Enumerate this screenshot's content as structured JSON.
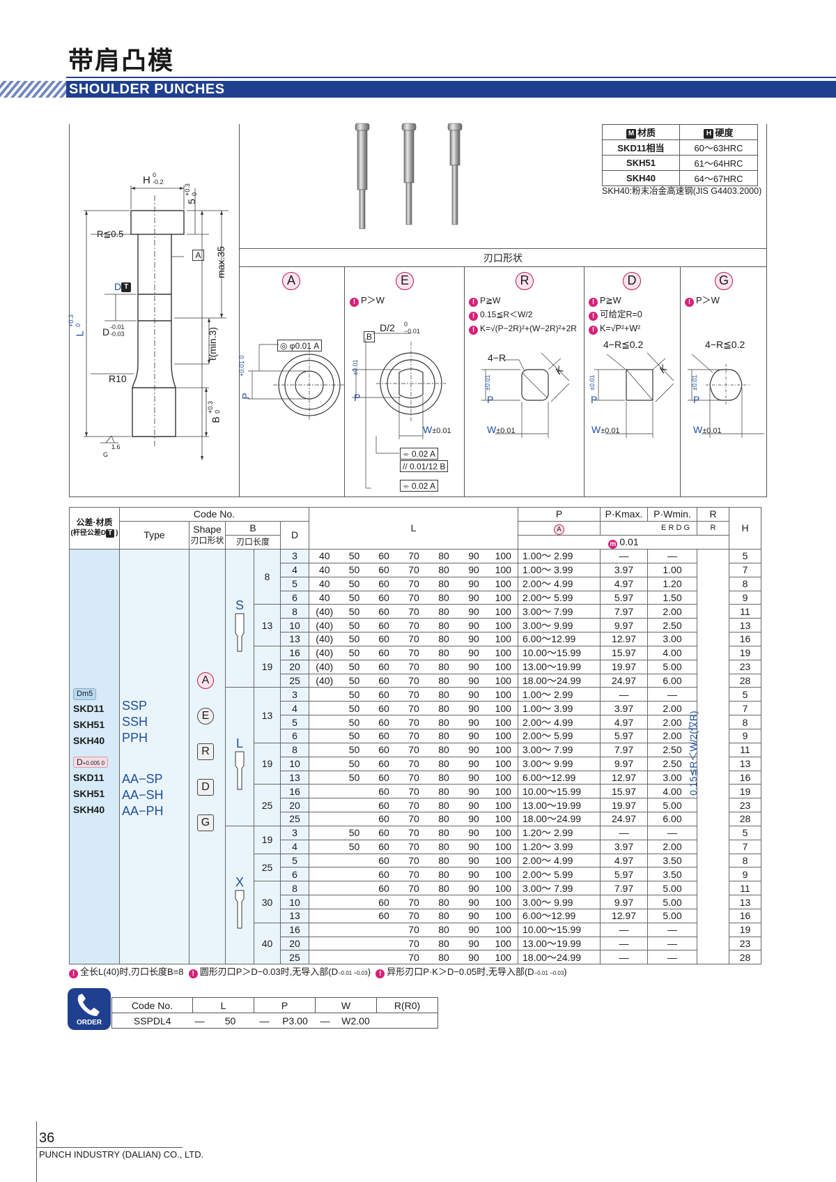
{
  "header": {
    "title_cn": "带肩凸模",
    "title_en": "SHOULDER PUNCHES"
  },
  "drawing": {
    "h_label": "H",
    "h_tol_top": "0",
    "h_tol_bottom": "-0.2",
    "five_label": "5",
    "five_tol_top": "+0.3",
    "five_tol_bottom": "0",
    "r05": "R≦0.5",
    "max35": "max.35",
    "a_ref": "A",
    "dt_label": "D",
    "d_label": "D",
    "d_tol_top": "-0.01",
    "d_tol_bottom": "-0.03",
    "l_label": "L",
    "l_tol_top": "+0.3",
    "l_tol_bottom": "0",
    "lmin": "ℓ(min.3)",
    "r10": "R10",
    "b_label": "B",
    "b_tol_top": "+0.3",
    "b_tol_bottom": "0",
    "rough": "1.6",
    "g_mark": "G"
  },
  "material_table": {
    "header_material_icon": "M",
    "header_material": "材质",
    "header_hardness_icon": "H",
    "header_hardness": "硬度",
    "rows": [
      {
        "material": "SKD11相当",
        "hardness": "60～63HRC"
      },
      {
        "material": "SKH51",
        "hardness": "61～64HRC"
      },
      {
        "material": "SKH40",
        "hardness": "64～67HRC"
      }
    ],
    "note": "SKH40:粉末冶金高速钢(JIS G4403.2000)"
  },
  "blade_shapes": {
    "title": "刃口形状",
    "shapes": [
      {
        "letter": "A",
        "notes": []
      },
      {
        "letter": "E",
        "notes": [
          "P＞W"
        ]
      },
      {
        "letter": "R",
        "notes": [
          "P≧W",
          "0.15≦R＜W/2",
          "K=√(P−2R)²+(W−2R)²+2R"
        ]
      },
      {
        "letter": "D",
        "notes": [
          "P≧W",
          "可给定R=0",
          "K=√P²+W²"
        ]
      },
      {
        "letter": "G",
        "notes": [
          "P＞W"
        ]
      }
    ],
    "a_tol": "◎ φ0.01 A",
    "p_label": "P",
    "p_tol_a": "+0.01 0",
    "p_tol": "±0.01",
    "w_label": "W",
    "w_tol": "±0.01",
    "d2_label": "D/2",
    "d2_tol": "0 −0.01",
    "b_ref": "B",
    "e_tol1": "⌯ 0.02 A",
    "e_tol2": "// 0.01/12 B",
    "e_tol3": "⌯ 0.02 A",
    "r_label": "4−R",
    "k_label": "K",
    "d_r_label": "4−R≦0.2",
    "g_r_label": "4−R≦0.2"
  },
  "main_table": {
    "h_tolerance_material": "公差·材质",
    "h_tolerance_sub": "(杆径公差D",
    "h_code_no": "Code No.",
    "h_type": "Type",
    "h_shape": "Shape",
    "h_shape_cn": "刃口形状",
    "h_b": "B",
    "h_b_cn": "刃口长度",
    "h_d": "D",
    "h_l": "L",
    "h_p": "P",
    "h_pk": "P·Kmax.",
    "h_pw": "P·Wmin.",
    "h_r": "R",
    "h_h": "H",
    "h_p_shape": "A",
    "h_pk_shapes": "E R D G",
    "h_r_shape": "R",
    "h_tol_001": "0.01",
    "dm5": "Dm5",
    "mat1": "SKD11",
    "mat2": "SKH51",
    "mat3": "SKH40",
    "d_tol_label": "D",
    "d_tol_val": "+0.005 0",
    "types1": [
      "SSP",
      "SSH",
      "PPH"
    ],
    "types2": [
      "AA−SP",
      "AA−SH",
      "AA−PH"
    ],
    "shape_letters": [
      "A",
      "E",
      "R",
      "D",
      "G"
    ],
    "r_range": "0.15≦R＜W/2(仅R)",
    "groups": [
      {
        "shape": "S",
        "blocks": [
          {
            "b": "8",
            "rows": [
              {
                "d": "3",
                "l": [
                  "40",
                  "50",
                  "60",
                  "70",
                  "80",
                  "90",
                  "100"
                ],
                "p": "1.00～ 2.99",
                "pk": "—",
                "pw": "—",
                "h": "5"
              },
              {
                "d": "4",
                "l": [
                  "40",
                  "50",
                  "60",
                  "70",
                  "80",
                  "90",
                  "100"
                ],
                "p": "1.00～ 3.99",
                "pk": "3.97",
                "pw": "1.00",
                "h": "7"
              },
              {
                "d": "5",
                "l": [
                  "40",
                  "50",
                  "60",
                  "70",
                  "80",
                  "90",
                  "100"
                ],
                "p": "2.00～ 4.99",
                "pk": "4.97",
                "pw": "1.20",
                "h": "8"
              },
              {
                "d": "6",
                "l": [
                  "40",
                  "50",
                  "60",
                  "70",
                  "80",
                  "90",
                  "100"
                ],
                "p": "2.00～ 5.99",
                "pk": "5.97",
                "pw": "1.50",
                "h": "9"
              }
            ]
          },
          {
            "b": "13",
            "rows": [
              {
                "d": "8",
                "l": [
                  "(40)",
                  "50",
                  "60",
                  "70",
                  "80",
                  "90",
                  "100"
                ],
                "p": "3.00～ 7.99",
                "pk": "7.97",
                "pw": "2.00",
                "h": "11"
              },
              {
                "d": "10",
                "l": [
                  "(40)",
                  "50",
                  "60",
                  "70",
                  "80",
                  "90",
                  "100"
                ],
                "p": "3.00～ 9.99",
                "pk": "9.97",
                "pw": "2.50",
                "h": "13"
              },
              {
                "d": "13",
                "l": [
                  "(40)",
                  "50",
                  "60",
                  "70",
                  "80",
                  "90",
                  "100"
                ],
                "p": "6.00～12.99",
                "pk": "12.97",
                "pw": "3.00",
                "h": "16"
              }
            ]
          },
          {
            "b": "19",
            "rows": [
              {
                "d": "16",
                "l": [
                  "(40)",
                  "50",
                  "60",
                  "70",
                  "80",
                  "90",
                  "100"
                ],
                "p": "10.00～15.99",
                "pk": "15.97",
                "pw": "4.00",
                "h": "19"
              },
              {
                "d": "20",
                "l": [
                  "(40)",
                  "50",
                  "60",
                  "70",
                  "80",
                  "90",
                  "100"
                ],
                "p": "13.00～19.99",
                "pk": "19.97",
                "pw": "5.00",
                "h": "23"
              },
              {
                "d": "25",
                "l": [
                  "(40)",
                  "50",
                  "60",
                  "70",
                  "80",
                  "90",
                  "100"
                ],
                "p": "18.00～24.99",
                "pk": "24.97",
                "pw": "6.00",
                "h": "28"
              }
            ]
          }
        ]
      },
      {
        "shape": "L",
        "blocks": [
          {
            "b": "13",
            "rows": [
              {
                "d": "3",
                "l": [
                  "",
                  "50",
                  "60",
                  "70",
                  "80",
                  "90",
                  "100"
                ],
                "p": "1.00～ 2.99",
                "pk": "—",
                "pw": "—",
                "h": "5"
              },
              {
                "d": "4",
                "l": [
                  "",
                  "50",
                  "60",
                  "70",
                  "80",
                  "90",
                  "100"
                ],
                "p": "1.00～ 3.99",
                "pk": "3.97",
                "pw": "2.00",
                "h": "7"
              },
              {
                "d": "5",
                "l": [
                  "",
                  "50",
                  "60",
                  "70",
                  "80",
                  "90",
                  "100"
                ],
                "p": "2.00～ 4.99",
                "pk": "4.97",
                "pw": "2.00",
                "h": "8"
              },
              {
                "d": "6",
                "l": [
                  "",
                  "50",
                  "60",
                  "70",
                  "80",
                  "90",
                  "100"
                ],
                "p": "2.00～ 5.99",
                "pk": "5.97",
                "pw": "2.00",
                "h": "9"
              }
            ]
          },
          {
            "b": "19",
            "rows": [
              {
                "d": "8",
                "l": [
                  "",
                  "50",
                  "60",
                  "70",
                  "80",
                  "90",
                  "100"
                ],
                "p": "3.00～ 7.99",
                "pk": "7.97",
                "pw": "2.50",
                "h": "11"
              },
              {
                "d": "10",
                "l": [
                  "",
                  "50",
                  "60",
                  "70",
                  "80",
                  "90",
                  "100"
                ],
                "p": "3.00～ 9.99",
                "pk": "9.97",
                "pw": "2.50",
                "h": "13"
              },
              {
                "d": "13",
                "l": [
                  "",
                  "50",
                  "60",
                  "70",
                  "80",
                  "90",
                  "100"
                ],
                "p": "6.00～12.99",
                "pk": "12.97",
                "pw": "3.00",
                "h": "16"
              }
            ]
          },
          {
            "b": "25",
            "rows": [
              {
                "d": "16",
                "l": [
                  "",
                  "",
                  "60",
                  "70",
                  "80",
                  "90",
                  "100"
                ],
                "p": "10.00～15.99",
                "pk": "15.97",
                "pw": "4.00",
                "h": "19"
              },
              {
                "d": "20",
                "l": [
                  "",
                  "",
                  "60",
                  "70",
                  "80",
                  "90",
                  "100"
                ],
                "p": "13.00～19.99",
                "pk": "19.97",
                "pw": "5.00",
                "h": "23"
              },
              {
                "d": "25",
                "l": [
                  "",
                  "",
                  "60",
                  "70",
                  "80",
                  "90",
                  "100"
                ],
                "p": "18.00～24.99",
                "pk": "24.97",
                "pw": "6.00",
                "h": "28"
              }
            ]
          }
        ]
      },
      {
        "shape": "X",
        "blocks": [
          {
            "b": "19",
            "rows": [
              {
                "d": "3",
                "l": [
                  "",
                  "50",
                  "60",
                  "70",
                  "80",
                  "90",
                  "100"
                ],
                "p": "1.20～ 2.99",
                "pk": "—",
                "pw": "—",
                "h": "5"
              },
              {
                "d": "4",
                "l": [
                  "",
                  "50",
                  "60",
                  "70",
                  "80",
                  "90",
                  "100"
                ],
                "p": "1.20～ 3.99",
                "pk": "3.97",
                "pw": "2.00",
                "h": "7"
              }
            ]
          },
          {
            "b": "25",
            "rows": [
              {
                "d": "5",
                "l": [
                  "",
                  "",
                  "60",
                  "70",
                  "80",
                  "90",
                  "100"
                ],
                "p": "2.00～ 4.99",
                "pk": "4.97",
                "pw": "3.50",
                "h": "8"
              },
              {
                "d": "6",
                "l": [
                  "",
                  "",
                  "60",
                  "70",
                  "80",
                  "90",
                  "100"
                ],
                "p": "2.00～ 5.99",
                "pk": "5.97",
                "pw": "3.50",
                "h": "9"
              }
            ]
          },
          {
            "b": "30",
            "rows": [
              {
                "d": "8",
                "l": [
                  "",
                  "",
                  "60",
                  "70",
                  "80",
                  "90",
                  "100"
                ],
                "p": "3.00～ 7.99",
                "pk": "7.97",
                "pw": "5.00",
                "h": "11"
              },
              {
                "d": "10",
                "l": [
                  "",
                  "",
                  "60",
                  "70",
                  "80",
                  "90",
                  "100"
                ],
                "p": "3.00～ 9.99",
                "pk": "9.97",
                "pw": "5.00",
                "h": "13"
              },
              {
                "d": "13",
                "l": [
                  "",
                  "",
                  "60",
                  "70",
                  "80",
                  "90",
                  "100"
                ],
                "p": "6.00～12.99",
                "pk": "12.97",
                "pw": "5.00",
                "h": "16"
              }
            ]
          },
          {
            "b": "40",
            "rows": [
              {
                "d": "16",
                "l": [
                  "",
                  "",
                  "",
                  "70",
                  "80",
                  "90",
                  "100"
                ],
                "p": "10.00～15.99",
                "pk": "—",
                "pw": "—",
                "h": "19"
              },
              {
                "d": "20",
                "l": [
                  "",
                  "",
                  "",
                  "70",
                  "80",
                  "90",
                  "100"
                ],
                "p": "13.00～19.99",
                "pk": "—",
                "pw": "—",
                "h": "23"
              },
              {
                "d": "25",
                "l": [
                  "",
                  "",
                  "",
                  "70",
                  "80",
                  "90",
                  "100"
                ],
                "p": "18.00～24.99",
                "pk": "—",
                "pw": "—",
                "h": "28"
              }
            ]
          }
        ]
      }
    ]
  },
  "footnotes": {
    "n1": "全长L(40)时,刃口长度B=8",
    "n2": "圆形刃口P＞D−0.03时,无导入部(D",
    "n2_tol": "−0.01 −0.03",
    "n3": "异形刃口P·K＞D−0.05时,无导入部(D",
    "n3_tol": "−0.01 −0.03",
    "close": ")"
  },
  "order": {
    "icon_label": "ORDER",
    "headers": [
      "Code No.",
      "L",
      "P",
      "W",
      "R(R0)"
    ],
    "values": [
      "SSPDL4",
      "—",
      "50",
      "—",
      "P3.00",
      "—",
      "W2.00"
    ]
  },
  "footer": {
    "page": "36",
    "company": "PUNCH INDUSTRY (DALIAN) CO., LTD."
  }
}
